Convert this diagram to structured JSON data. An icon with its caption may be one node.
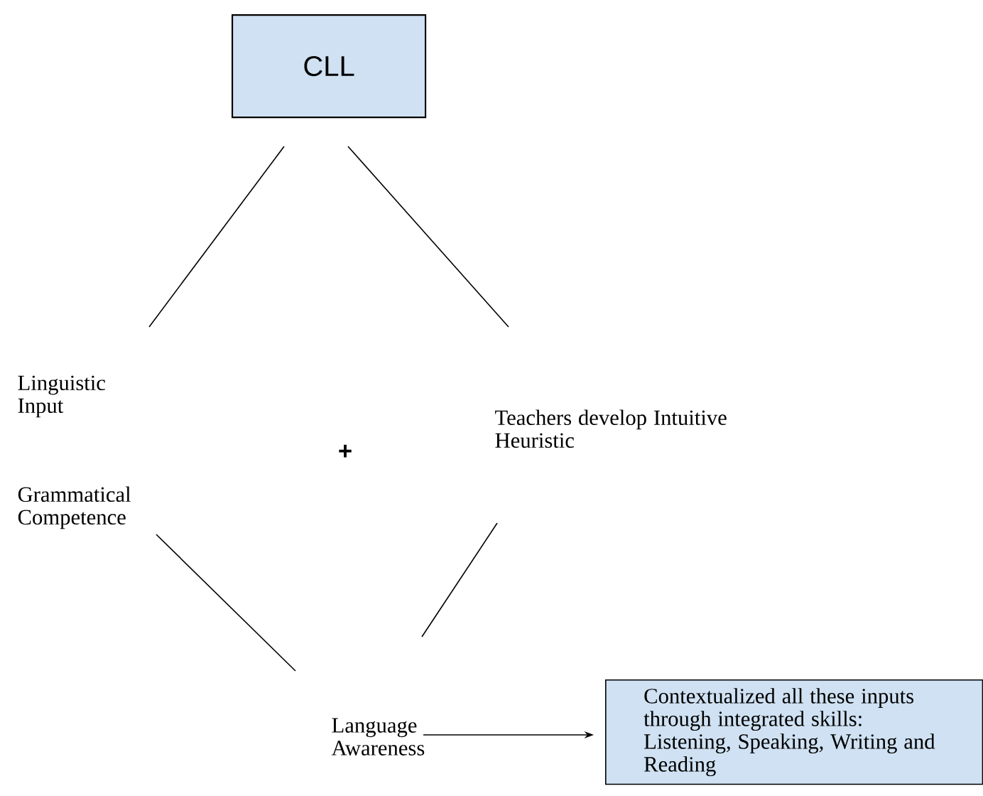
{
  "diagram": {
    "nodes": [
      {
        "text": [
          "CLL"
        ]
      },
      {
        "text": [
          "Linguistic Input"
        ]
      },
      {
        "text": [
          "Grammatical Competence"
        ]
      },
      {
        "text": [
          "Teachers develop Intuitive Heuristic"
        ]
      },
      {
        "text": [
          "Language Awareness"
        ]
      },
      {
        "text": [
          "Contextualized all these inputs through integrated skills: Listening, Speaking, Writing and Reading"
        ]
      }
    ],
    "edges": [
      {
        "from": 0,
        "to": 1,
        "arrow": "none"
      },
      {
        "from": 0,
        "to": 3,
        "arrow": "none"
      },
      {
        "from": 2,
        "to": 4,
        "arrow": "none"
      },
      {
        "from": 3,
        "to": 4,
        "arrow": "none"
      },
      {
        "from": 4,
        "to": 5,
        "arrow": "to"
      }
    ],
    "labels": [
      "+"
    ]
  }
}
